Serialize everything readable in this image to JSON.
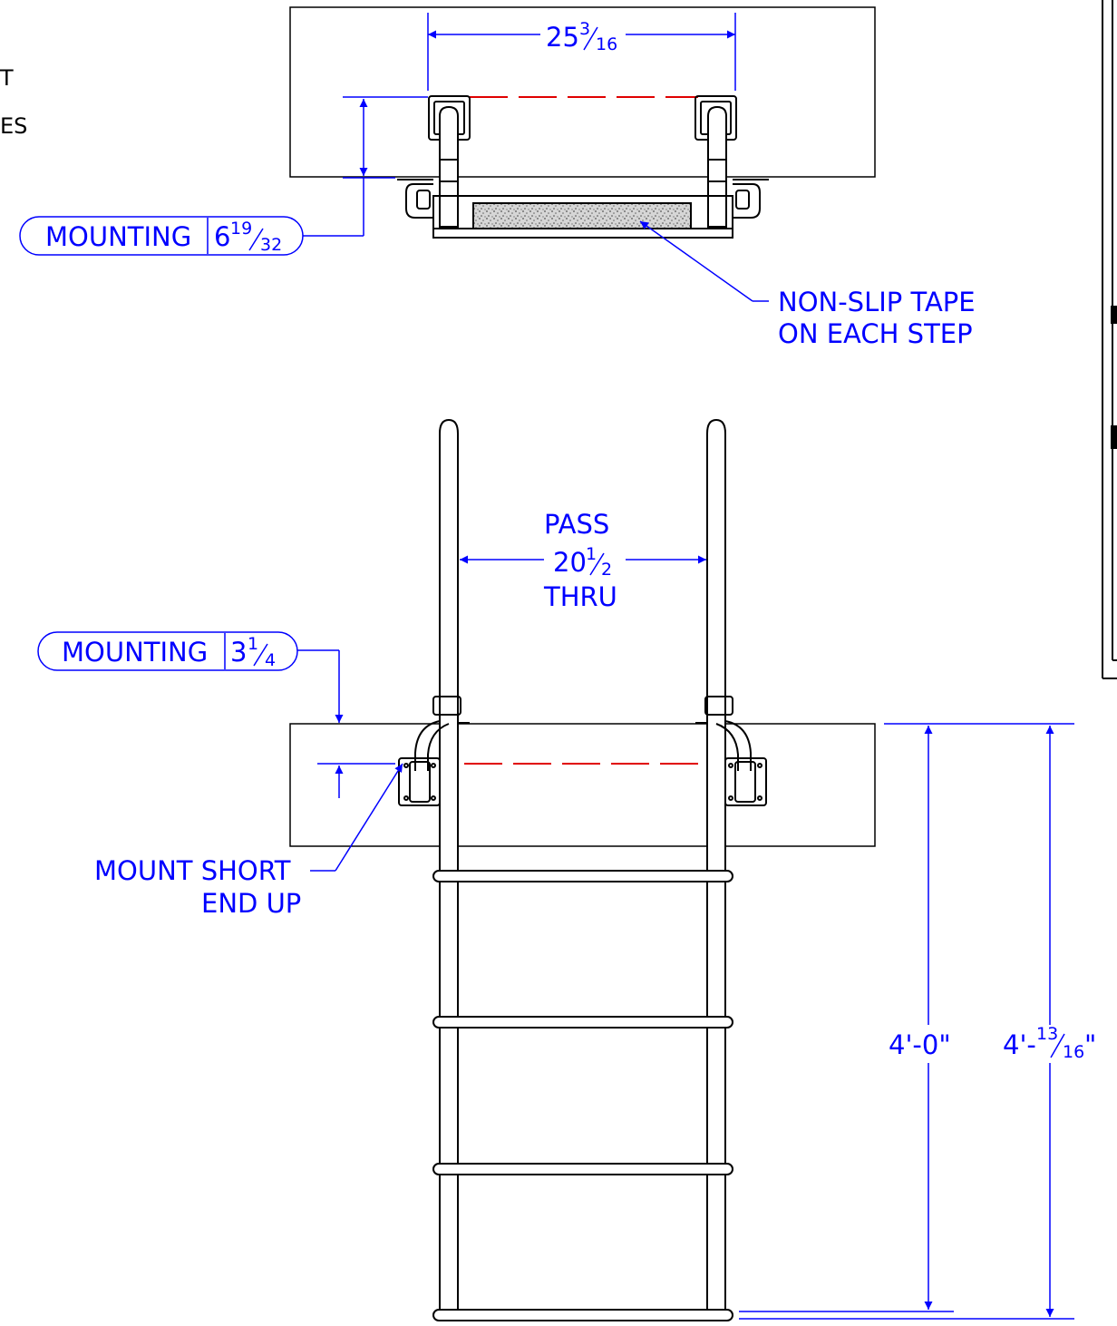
{
  "colors": {
    "dimension": "#0000ff",
    "hidden_line": "#e00000",
    "outline": "#000000",
    "tape_fill": "#bdbdbd"
  },
  "notes": {
    "fragment_1": "T",
    "fragment_2": "ES"
  },
  "top_view": {
    "overall_width": {
      "whole": "25",
      "num": "3",
      "den": "16"
    },
    "mounting": {
      "label": "MOUNTING",
      "whole": "6",
      "num": "19",
      "den": "32"
    },
    "tape_callout": {
      "line1": "NON-SLIP TAPE",
      "line2": "ON EACH STEP"
    }
  },
  "front_view": {
    "pass": {
      "line1": "PASS",
      "whole": "20",
      "num": "1",
      "den": "2",
      "line3": "THRU"
    },
    "mounting": {
      "label": "MOUNTING",
      "whole": "3",
      "num": "1",
      "den": "4"
    },
    "mount_note": {
      "line1": "MOUNT SHORT",
      "line2": "END UP"
    },
    "height_1": "4'-0\"",
    "height_2": {
      "prefix": "4'-",
      "num": "13",
      "den": "16",
      "suffix": "\""
    }
  }
}
